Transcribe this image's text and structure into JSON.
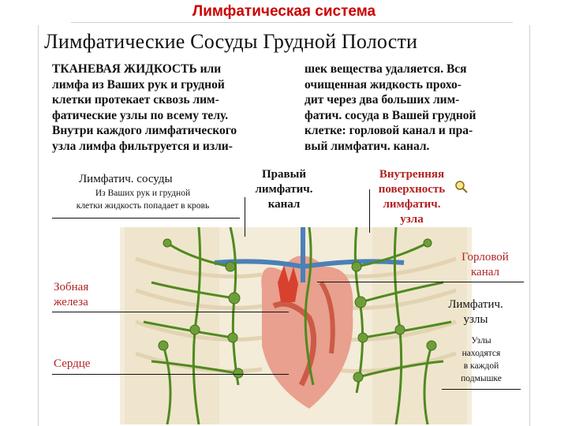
{
  "slide_title": "Лимфатическая система",
  "heading": "Лимфатические Сосуды Грудной Полости",
  "left_paragraph": [
    "ТКАНЕВАЯ ЖИДКОСТЬ или",
    "лимфа из Ваших рук и грудной",
    "клетки протекает сквозь лим-",
    "фатические узлы по всему телу.",
    "Внутри каждого лимфатического",
    "узла лимфа фильтруется и изли-"
  ],
  "right_paragraph": [
    "шек вещества удаляется. Вся",
    "очищенная жидкость прохо-",
    "дит через два больших лим-",
    "фатич. сосуда в Вашей грудной",
    "клетке: горловой канал и пра-",
    "вый лимфатич. канал."
  ],
  "labels": {
    "vessels_title": "Лимфатич. сосуды",
    "vessels_desc": [
      "Из Ваших рук и грудной",
      "клетки жидкость попадает в кровь"
    ],
    "right_duct": [
      "Правый",
      "лимфатич.",
      "канал"
    ],
    "inner_surface": [
      "Внутренняя",
      "поверхность",
      "лимфатич.",
      "узла"
    ],
    "throat_duct": [
      "Горловой",
      "канал"
    ],
    "thymus": [
      "Зобная",
      "железа"
    ],
    "nodes": [
      "Лимфатич.",
      "узлы"
    ],
    "nodes_desc": [
      "Узлы",
      "находятся",
      "в каждой",
      "подмышке"
    ],
    "heart": "Сердце"
  },
  "colors": {
    "title_red": "#cc0000",
    "label_red": "#b22222",
    "lymph_green": "#4f8a1f",
    "vein_blue": "#4a80b8",
    "heart_red": "#d65a4a"
  },
  "icons": [
    "magnifier-icon"
  ]
}
